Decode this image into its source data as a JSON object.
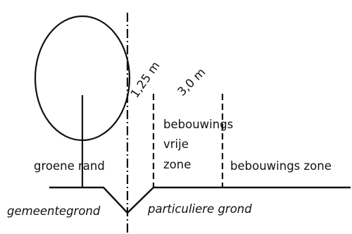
{
  "labels": {
    "green_edge": "groene rand",
    "dim_1": "1,25 m",
    "dim_2": "3,0 m",
    "build_free_1": "bebouwings",
    "build_free_2": "vrije",
    "build_free_3": "zone",
    "build_zone": "bebouwings zone",
    "municipal_ground": "gemeentegrond",
    "private_ground": "particuliere grond"
  },
  "colors": {
    "ink": "#111111",
    "background": "#ffffff"
  }
}
